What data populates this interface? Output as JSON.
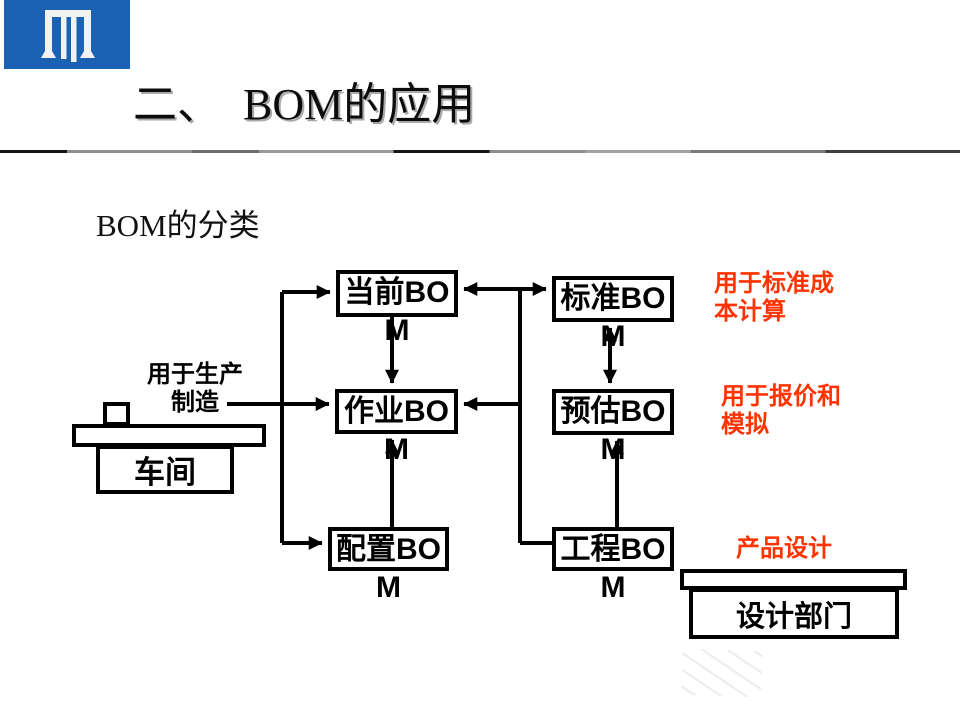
{
  "slide": {
    "title": "二、　BOM的应用",
    "section_heading": "BOM的分类"
  },
  "logo": {
    "description": "blue square with white triple-pillar arch monogram",
    "color": "#1c62b2"
  },
  "diagram": {
    "boxes": {
      "current": {
        "label": "当前BOM",
        "line1": "当前BO",
        "line2": "M"
      },
      "standard": {
        "label": "标准BOM",
        "line1": "标准BO",
        "line2": "M"
      },
      "work": {
        "label": "作业BOM",
        "line1": "作业BO",
        "line2": "M"
      },
      "estimate": {
        "label": "预估BOM",
        "line1": "预估BO",
        "line2": "M"
      },
      "config": {
        "label": "配置BOM",
        "line1": "配置BO",
        "line2": "M"
      },
      "engineering": {
        "label": "工程BOM",
        "line1": "工程BO",
        "line2": "M"
      }
    },
    "annotations": {
      "production": {
        "line1": "用于生产",
        "line2": "制造"
      },
      "standard_cost": {
        "line1": "用于标准成",
        "line2": "本计算"
      },
      "quotation": {
        "line1": "用于报价和",
        "line2": "模拟"
      },
      "product_design": {
        "text": "产品设计"
      }
    },
    "entities": {
      "workshop": {
        "label": "车间"
      },
      "design_dept": {
        "label": "设计部门"
      }
    }
  },
  "colors": {
    "annotation_orange": "#ff3300",
    "logo_blue": "#1c62b2",
    "diagram_black": "#000000"
  }
}
